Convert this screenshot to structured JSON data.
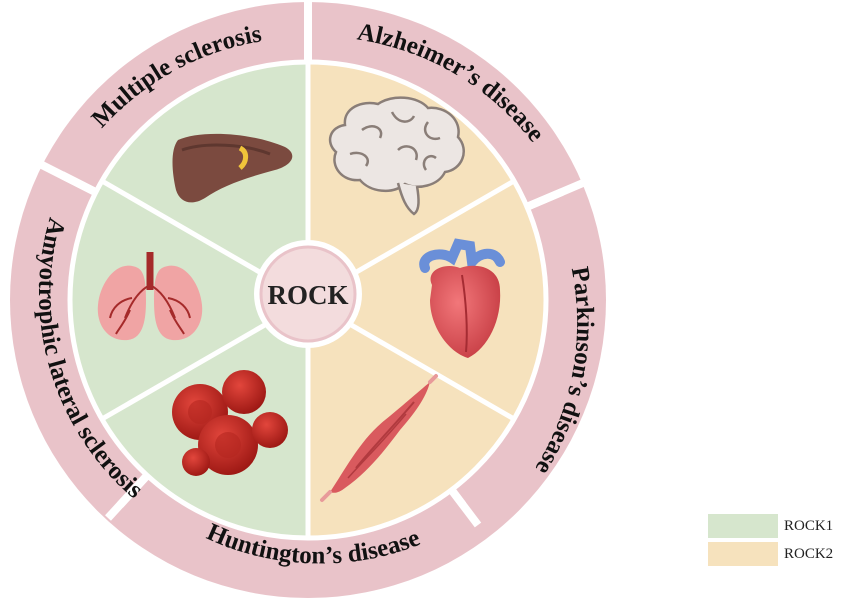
{
  "center": {
    "label": "ROCK"
  },
  "ring_labels": {
    "multiple_sclerosis": "Multiple sclerosis",
    "alzheimers": "Alzheimer’s disease",
    "parkinsons": "Parkinson’s disease",
    "huntingtons": "Huntington’s disease",
    "als": "Amyotrophic lateral sclerosis"
  },
  "icons": [
    "liver-icon",
    "brain-icon",
    "lungs-icon",
    "heart-icon",
    "blood-cells-icon",
    "muscle-icon"
  ],
  "legend": [
    {
      "label": "ROCK1",
      "color": "#d6e6cd"
    },
    {
      "label": "ROCK2",
      "color": "#f6e2bd"
    }
  ],
  "colors": {
    "ring": "#e9c3c9",
    "rock1": "#d6e6cd",
    "rock2": "#f6e2bd",
    "center": "#f3dcdd",
    "center_border": "#e9c3c9"
  }
}
